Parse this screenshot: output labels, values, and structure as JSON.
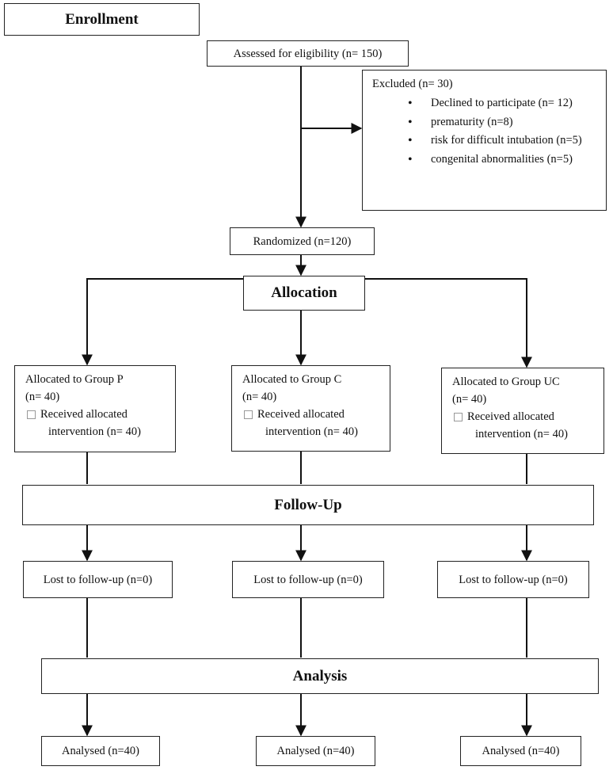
{
  "enrollment": {
    "title": "Enrollment"
  },
  "assessed": {
    "label": "Assessed for eligibility (n= 150)"
  },
  "excluded": {
    "title": "Excluded  (n= 30)",
    "items": [
      "Declined to participate (n= 12)",
      "prematurity (n=8)",
      "risk for difficult intubation (n=5)",
      "congenital abnormalities (n=5)"
    ]
  },
  "randomized": {
    "label": "Randomized (n=120)"
  },
  "allocation": {
    "title": "Allocation"
  },
  "groups": [
    {
      "name": "Allocated to Group P",
      "n": "(n= 40)",
      "received": "Received allocated",
      "intervention": "intervention (n= 40)"
    },
    {
      "name": "Allocated to Group C",
      "n": "(n= 40)",
      "received": "Received allocated",
      "intervention": "intervention (n= 40)"
    },
    {
      "name": "Allocated to Group UC",
      "n": "(n= 40)",
      "received": "Received allocated",
      "intervention": "intervention (n= 40)"
    }
  ],
  "followup": {
    "title": "Follow-Up",
    "lost": [
      "Lost to follow-up (n=0)",
      "Lost to follow-up (n=0)",
      "Lost to follow-up (n=0)"
    ]
  },
  "analysis": {
    "title": "Analysis",
    "analysed": [
      "Analysed  (n=40)",
      "Analysed  (n=40)",
      "Analysed  (n=40)"
    ]
  }
}
